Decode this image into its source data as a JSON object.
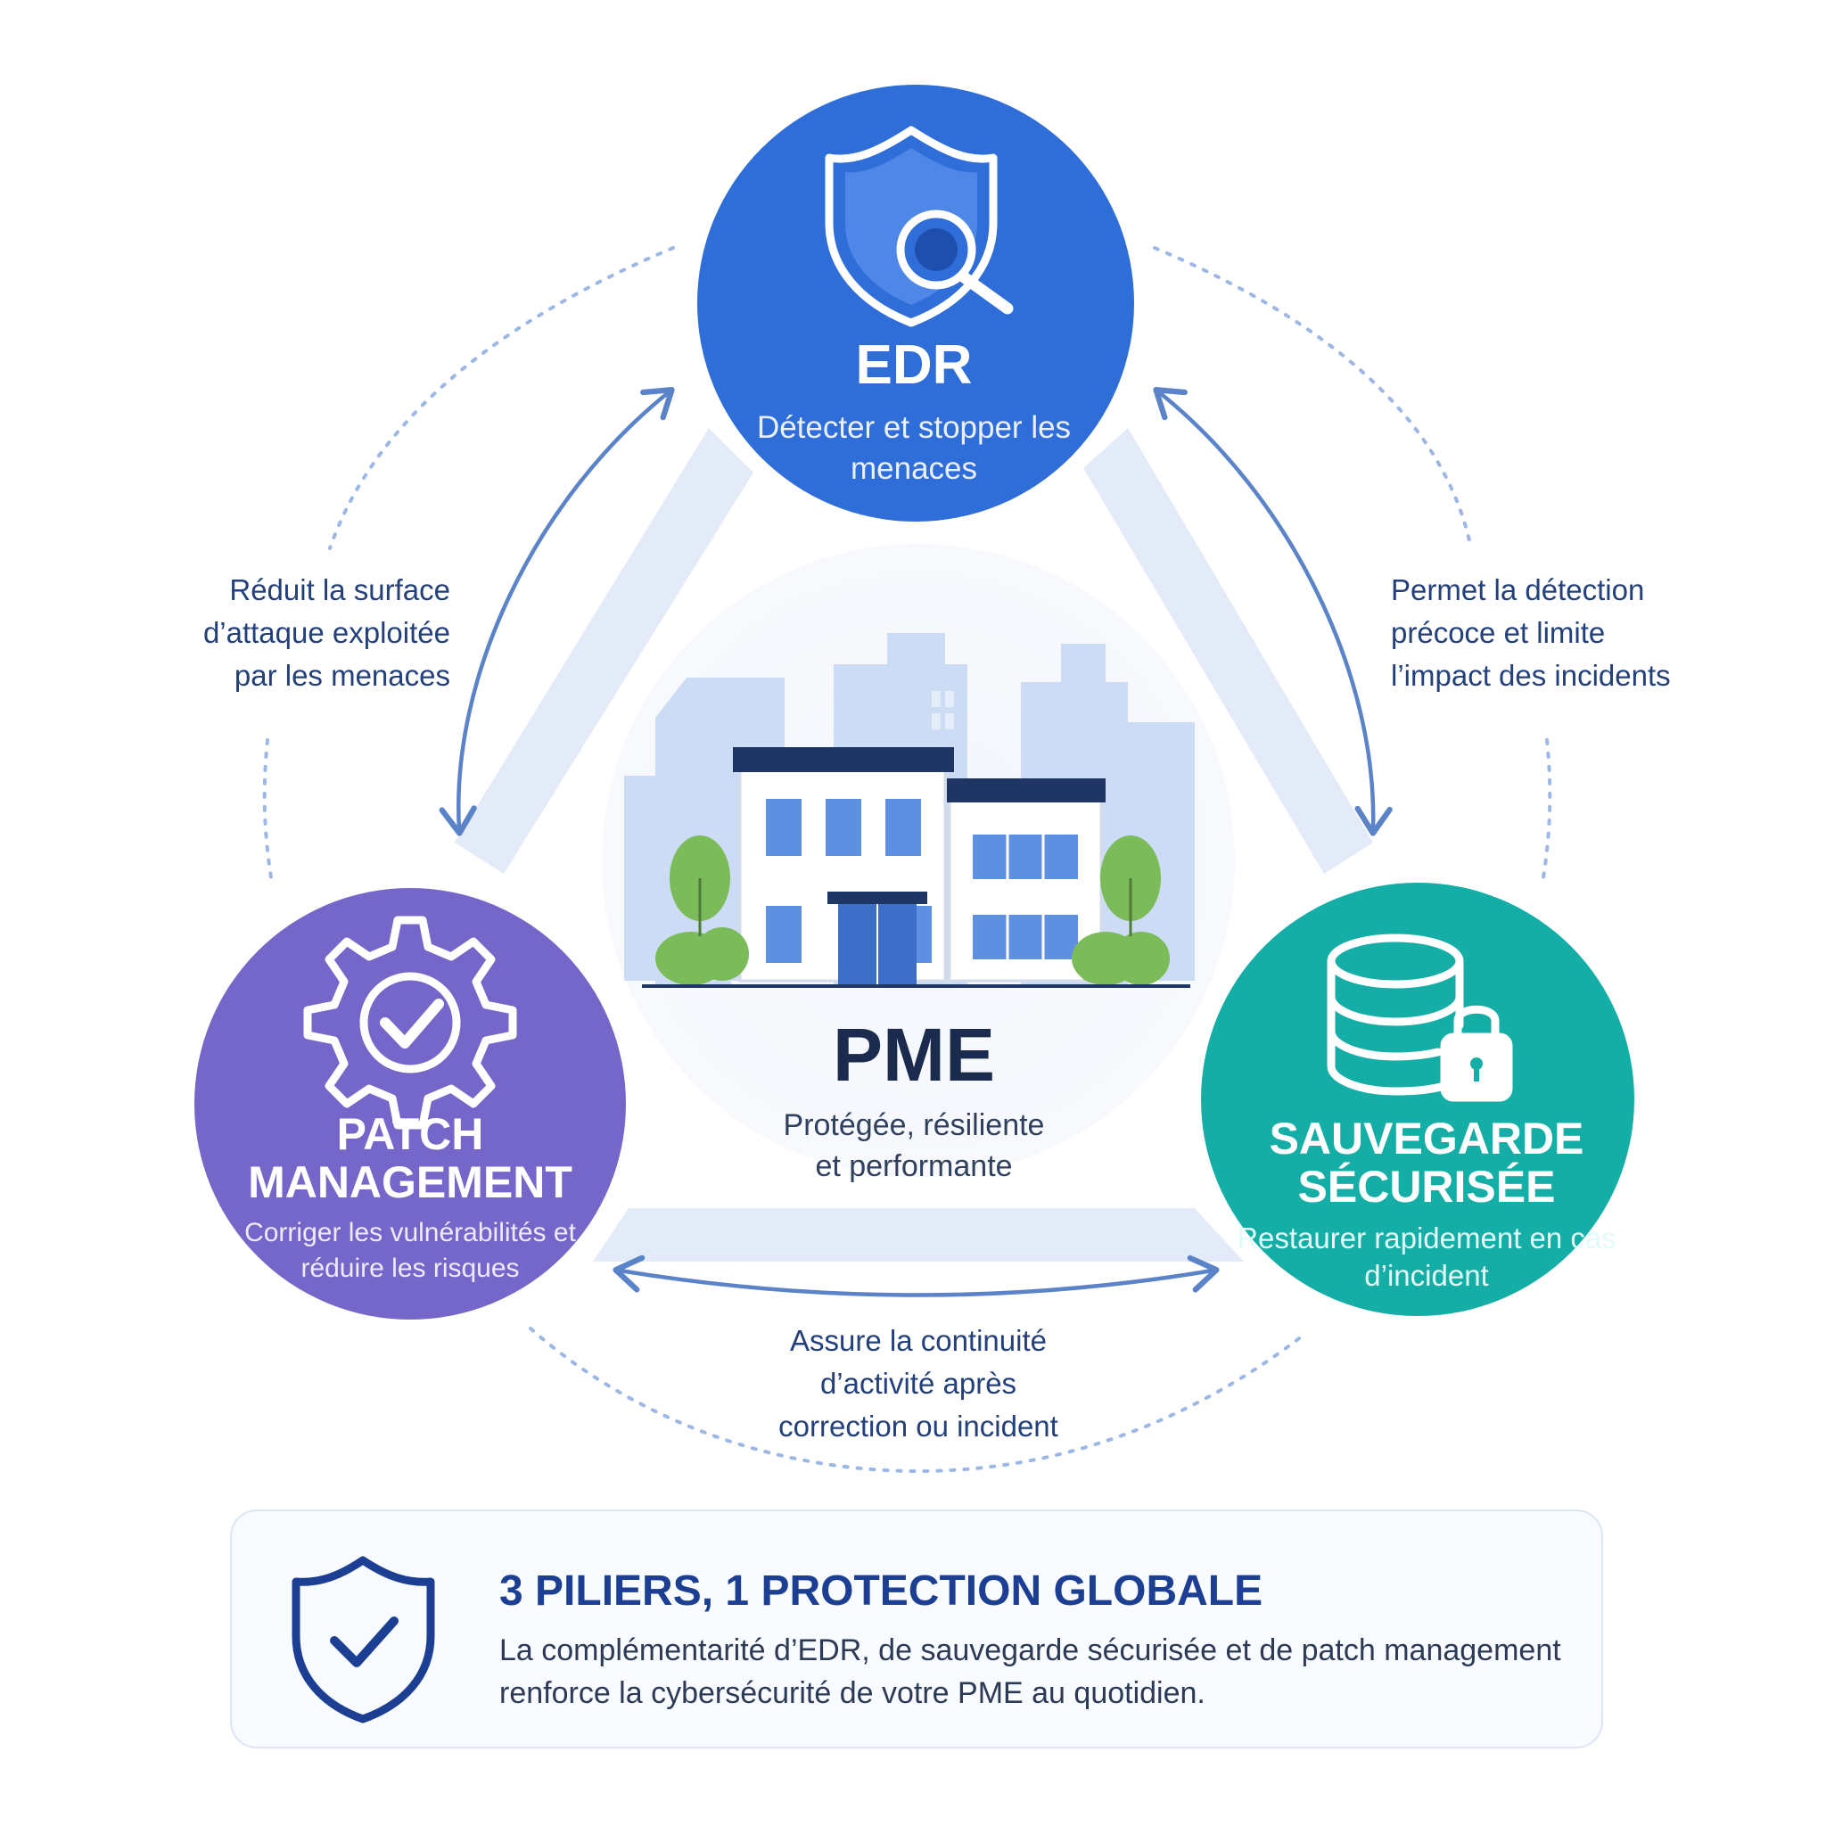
{
  "nodes": {
    "edr": {
      "title": "EDR",
      "description": "Détecter et stopper les menaces"
    },
    "patch": {
      "title": "PATCH\nMANAGEMENT",
      "description": "Corriger les vulnérabilités et réduire les risques"
    },
    "sauvegarde": {
      "title": "SAUVEGARDE\nSÉCURISÉE",
      "description": "Restaurer rapidement en cas d’incident"
    }
  },
  "center": {
    "title": "PME",
    "subtitle": "Protégée, résiliente\net performante"
  },
  "edge_labels": {
    "left": "Réduit la surface\nd’attaque exploitée\npar les menaces",
    "right": "Permet la détection\nprécoce et limite\nl’impact des incidents",
    "bottom": "Assure la continuité\nd’activité après\ncorrection ou incident"
  },
  "summary": {
    "title": "3 PILIERS, 1 PROTECTION GLOBALE",
    "body": "La complémentarité d’EDR, de sauvegarde sécurisée et de patch management renforce la cybersécurité de votre PME au quotidien."
  },
  "colors": {
    "edr": "#2f6ed9",
    "patch": "#7467c9",
    "sauvegarde": "#14aea6",
    "arrow": "#5b83c8",
    "dotted": "#9db7e4",
    "building_bg": "#cddcf5",
    "tree": "#7cbb5a",
    "summary_title": "#1d3f93"
  },
  "icons": {
    "edr": "shield-magnifier-icon",
    "patch": "gear-check-icon",
    "sauvegarde": "database-lock-icon",
    "summary": "shield-check-icon"
  }
}
